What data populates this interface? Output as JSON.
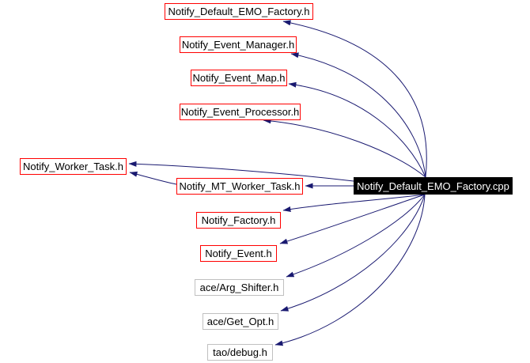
{
  "diagram": {
    "kind": "include-dependency-graph",
    "colors": {
      "background": "#ffffff",
      "edge": "#191970",
      "linked_node_border": "#ff0000",
      "external_node_border": "#c0c0c0",
      "current_node_fill": "#000000",
      "current_node_text": "#ffffff",
      "node_text": "#000000"
    },
    "current_node": {
      "label": "Notify_Default_EMO_Factory.cpp"
    },
    "nodes": [
      {
        "label": "Notify_Default_EMO_Factory.h",
        "kind": "linked"
      },
      {
        "label": "Notify_Event_Manager.h",
        "kind": "linked"
      },
      {
        "label": "Notify_Event_Map.h",
        "kind": "linked"
      },
      {
        "label": "Notify_Event_Processor.h",
        "kind": "linked"
      },
      {
        "label": "Notify_Worker_Task.h",
        "kind": "linked"
      },
      {
        "label": "Notify_MT_Worker_Task.h",
        "kind": "linked"
      },
      {
        "label": "Notify_Factory.h",
        "kind": "linked"
      },
      {
        "label": "Notify_Event.h",
        "kind": "linked"
      },
      {
        "label": "ace/Arg_Shifter.h",
        "kind": "external"
      },
      {
        "label": "ace/Get_Opt.h",
        "kind": "external"
      },
      {
        "label": "tao/debug.h",
        "kind": "external"
      }
    ],
    "edges": [
      {
        "from": "Notify_Default_EMO_Factory.cpp",
        "to": "Notify_Default_EMO_Factory.h"
      },
      {
        "from": "Notify_Default_EMO_Factory.cpp",
        "to": "Notify_Event_Manager.h"
      },
      {
        "from": "Notify_Default_EMO_Factory.cpp",
        "to": "Notify_Event_Map.h"
      },
      {
        "from": "Notify_Default_EMO_Factory.cpp",
        "to": "Notify_Event_Processor.h"
      },
      {
        "from": "Notify_Default_EMO_Factory.cpp",
        "to": "Notify_Worker_Task.h"
      },
      {
        "from": "Notify_Default_EMO_Factory.cpp",
        "to": "Notify_MT_Worker_Task.h"
      },
      {
        "from": "Notify_MT_Worker_Task.h",
        "to": "Notify_Worker_Task.h"
      },
      {
        "from": "Notify_Default_EMO_Factory.cpp",
        "to": "Notify_Factory.h"
      },
      {
        "from": "Notify_Default_EMO_Factory.cpp",
        "to": "Notify_Event.h"
      },
      {
        "from": "Notify_Default_EMO_Factory.cpp",
        "to": "ace/Arg_Shifter.h"
      },
      {
        "from": "Notify_Default_EMO_Factory.cpp",
        "to": "ace/Get_Opt.h"
      },
      {
        "from": "Notify_Default_EMO_Factory.cpp",
        "to": "tao/debug.h"
      }
    ]
  }
}
